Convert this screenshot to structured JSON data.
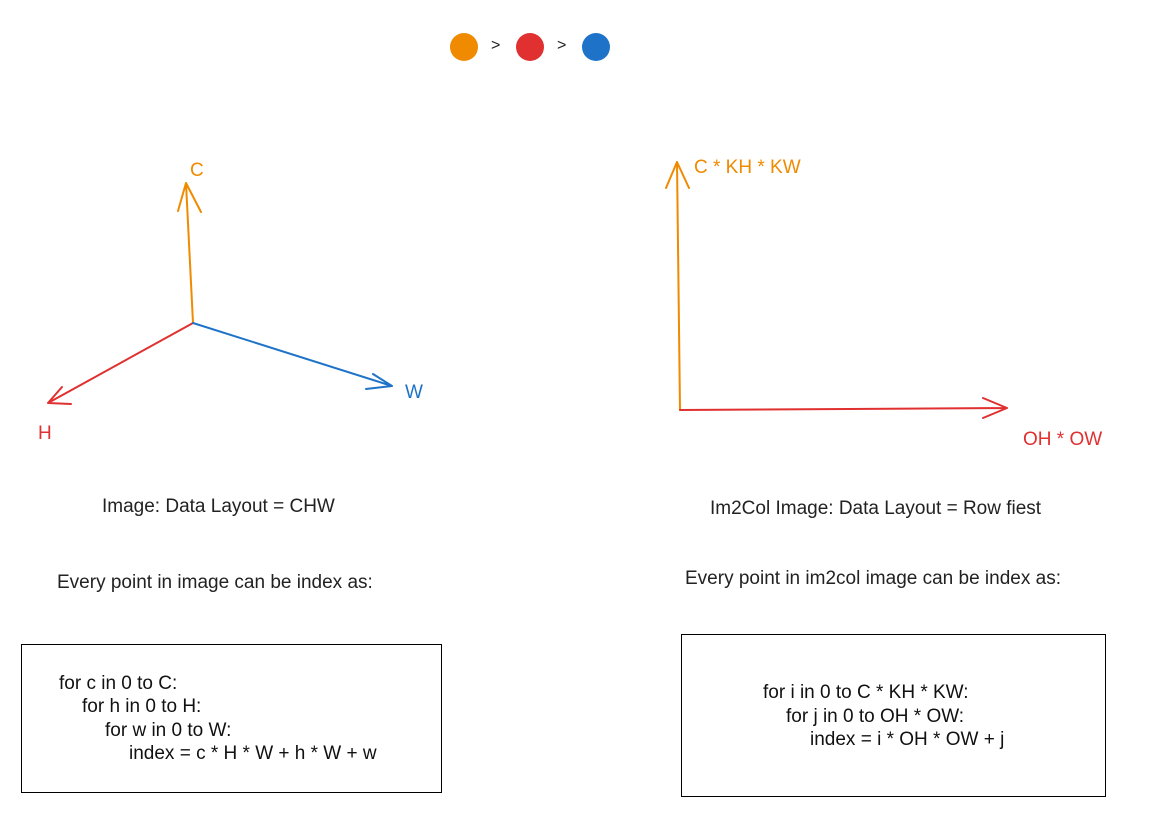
{
  "colors": {
    "orange": "#F08A00",
    "red": "#E03030",
    "blue": "#1E73C8",
    "ink": "#222222"
  },
  "legend": {
    "items": [
      {
        "color": "#F08A00",
        "icon": "orange-circle-icon"
      },
      {
        "color": "#E03030",
        "icon": "red-circle-icon"
      },
      {
        "color": "#1E73C8",
        "icon": "blue-circle-icon"
      }
    ],
    "separator": ">"
  },
  "left": {
    "axis_c": "C",
    "axis_h": "H",
    "axis_w": "W",
    "caption": "Image: Data Layout = CHW",
    "index_note": "Every point in image can be index as:",
    "code_lines": [
      "for c in 0 to C:",
      "for h in 0 to H:",
      "for w in 0 to W:",
      "index = c * H * W + h * W + w"
    ]
  },
  "right": {
    "axis_y": "C * KH * KW",
    "axis_x": "OH * OW",
    "caption": "Im2Col Image: Data Layout = Row fiest",
    "index_note": "Every point in im2col image can be index as:",
    "code_lines": [
      "for i in 0 to C * KH * KW:",
      "for j in 0 to OH * OW:",
      "index = i * OH * OW + j"
    ]
  }
}
